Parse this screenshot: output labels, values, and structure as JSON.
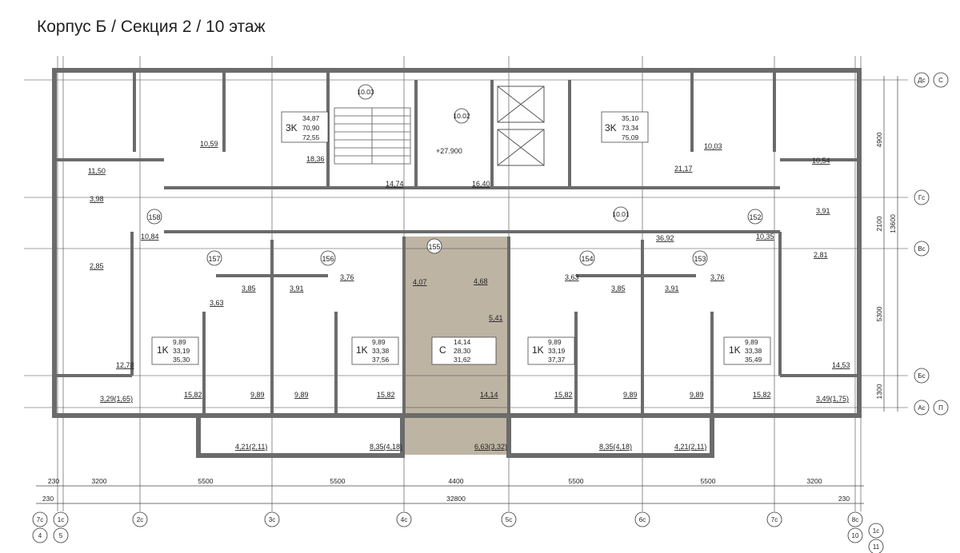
{
  "title": "Корпус Б / Секция 2 / 10 этаж",
  "floor_level": "+27.900",
  "room_tags": [
    "10.03",
    "10.02",
    "10.01"
  ],
  "apartments": [
    {
      "num": "158",
      "areas": [
        "11,50",
        "3,98",
        "2,85",
        "12,78",
        "3,29(1,65)"
      ]
    },
    {
      "num": "3K",
      "totals": [
        "34,87",
        "70,90",
        "72,55"
      ],
      "areas": [
        "10,59",
        "18,36"
      ]
    },
    {
      "num": "3K",
      "totals": [
        "35,10",
        "73,34",
        "75,09"
      ],
      "areas": [
        "10,03",
        "21,17"
      ]
    },
    {
      "num": "152",
      "areas": [
        "10,54",
        "3,91",
        "2,81",
        "14,53",
        "3,49(1,75)"
      ]
    },
    {
      "num": "157",
      "type": "1K",
      "totals": [
        "9,89",
        "33,19",
        "35,30"
      ],
      "areas": [
        "3,85",
        "3,63",
        "15,82",
        "4,21(2,11)"
      ]
    },
    {
      "num": "156",
      "type": "1K",
      "totals": [
        "9,89",
        "33,38",
        "37,56"
      ],
      "areas": [
        "3,91",
        "3,76",
        "9,89",
        "15,82",
        "8,35(4,18)"
      ]
    },
    {
      "num": "155",
      "type": "С",
      "totals": [
        "14,14",
        "28,30",
        "31,62"
      ],
      "areas": [
        "4,07",
        "4,68",
        "5,41",
        "14,14",
        "6,63(3,32)"
      ]
    },
    {
      "num": "154",
      "type": "1K",
      "totals": [
        "9,89",
        "33,19",
        "37,37"
      ],
      "areas": [
        "3,63",
        "3,85",
        "15,82",
        "9,89",
        "8,35(4,18)"
      ]
    },
    {
      "num": "153",
      "type": "1K",
      "totals": [
        "9,89",
        "33,38",
        "35,49"
      ],
      "areas": [
        "3,91",
        "3,76",
        "9,89",
        "15,82",
        "4,21(2,11)"
      ]
    }
  ],
  "corridor_areas": [
    "14,74",
    "16,40",
    "10,84",
    "36,92",
    "10,35",
    "9,89"
  ],
  "dims_bottom": [
    "230",
    "3200",
    "5500",
    "5500",
    "4400",
    "5500",
    "5500",
    "3200"
  ],
  "dims_total": [
    "230",
    "32800",
    "230"
  ],
  "dims_right": [
    "4900",
    "2100",
    "5300",
    "1300",
    "13600"
  ],
  "axes_bottom": [
    "7c",
    "1c",
    "2c",
    "3c",
    "4c",
    "5c",
    "6c",
    "7c",
    "8c",
    "1c"
  ],
  "axes_bottom_sub": [
    "4",
    "5",
    "10",
    "11"
  ],
  "axes_right": [
    {
      "a": "Дс",
      "b": "C"
    },
    {
      "a": "Гс"
    },
    {
      "a": "Вс"
    },
    {
      "a": "Бс"
    },
    {
      "a": "Ас",
      "b": "П"
    }
  ],
  "colors": {
    "wall": "#6b6b6b",
    "highlight": "#bdb4a3",
    "line": "#555555"
  }
}
